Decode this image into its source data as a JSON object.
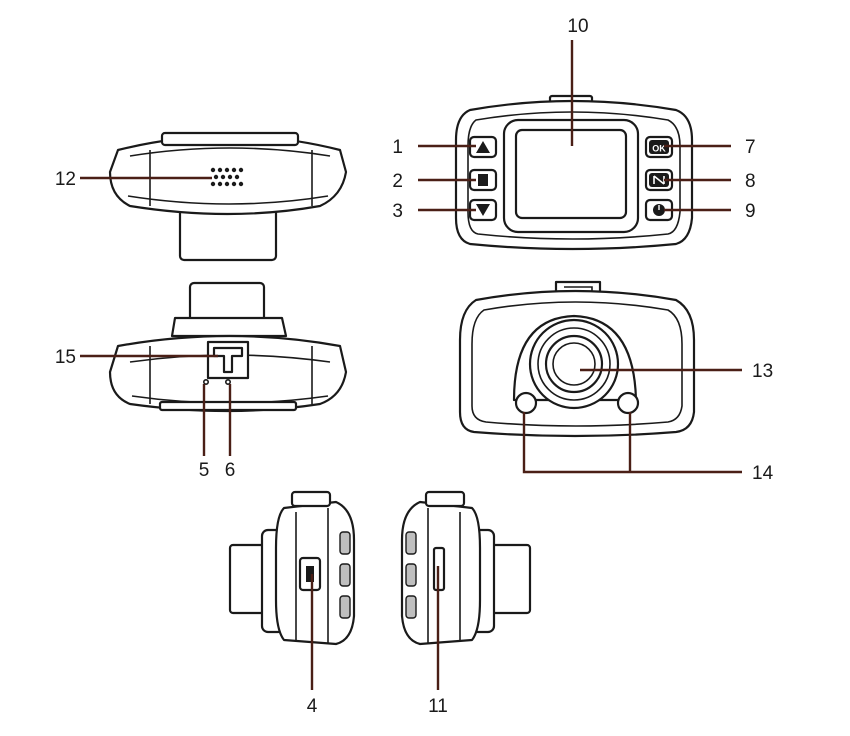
{
  "diagram": {
    "callouts": [
      {
        "id": "1",
        "text": "1"
      },
      {
        "id": "2",
        "text": "2"
      },
      {
        "id": "3",
        "text": "3"
      },
      {
        "id": "4",
        "text": "4"
      },
      {
        "id": "5",
        "text": "5"
      },
      {
        "id": "6",
        "text": "6"
      },
      {
        "id": "7",
        "text": "7"
      },
      {
        "id": "8",
        "text": "8"
      },
      {
        "id": "9",
        "text": "9"
      },
      {
        "id": "10",
        "text": "10"
      },
      {
        "id": "11",
        "text": "11"
      },
      {
        "id": "12",
        "text": "12"
      },
      {
        "id": "13",
        "text": "13"
      },
      {
        "id": "14",
        "text": "14"
      },
      {
        "id": "15",
        "text": "15"
      }
    ],
    "buttons": {
      "ok": "OK"
    },
    "colors": {
      "outline": "#1a1a1a",
      "leader": "#4a1f16"
    }
  }
}
